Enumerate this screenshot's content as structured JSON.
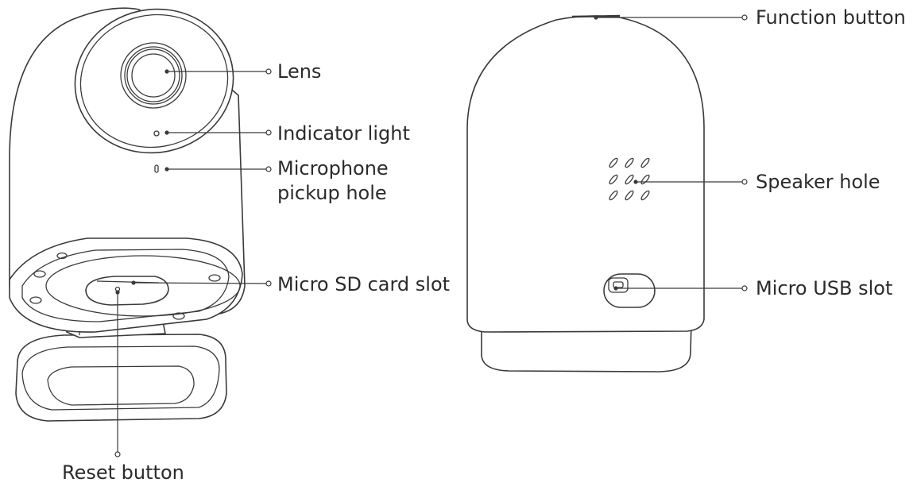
{
  "labels": {
    "lens": "Lens",
    "indicator_light": "Indicator light",
    "microphone_line1": "Microphone",
    "microphone_line2": "pickup hole",
    "micro_sd": "Micro SD card slot",
    "reset": "Reset button",
    "function": "Function button",
    "speaker": "Speaker hole",
    "micro_usb": "Micro USB slot"
  },
  "colors": {
    "line": "#3a3a3a",
    "text": "#2b2b2b",
    "background": "#ffffff"
  }
}
